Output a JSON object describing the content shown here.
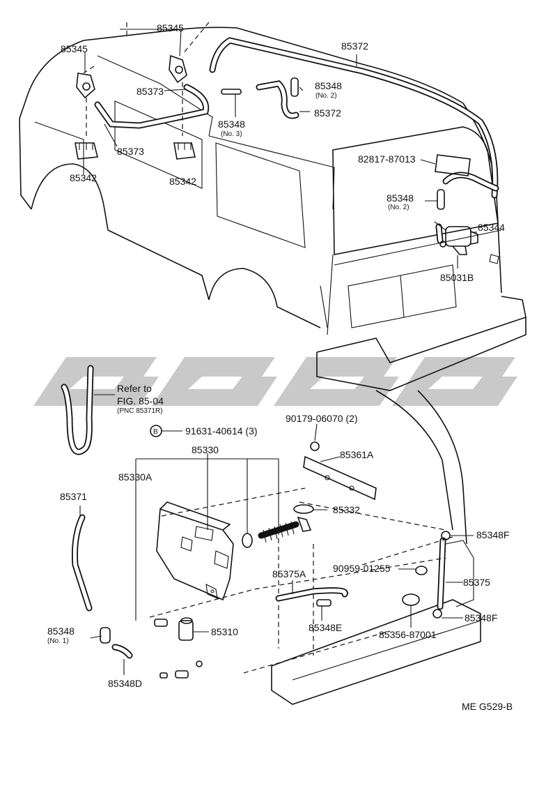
{
  "parts": {
    "p85345_top": "85345",
    "p85345_left": "85345",
    "p85372_top": "85372",
    "p85372_mid": "85372",
    "p85348_no2_a": "85348",
    "p85348_no2_a_note": "(No. 2)",
    "p85373_a": "85373",
    "p85373_b": "85373",
    "p85348_no3": "85348",
    "p85348_no3_note": "(No. 3)",
    "p85342_a": "85342",
    "p85342_b": "85342",
    "p82817": "82817-87013",
    "p85348_no2_b": "85348",
    "p85348_no2_b_note": "(No. 2)",
    "p85344": "85344",
    "p85031B": "85031B",
    "refer_line1": "Refer to",
    "refer_line2": "FIG. 85-04",
    "refer_line3": "(PNC 85371R)",
    "p91631_badge": "B",
    "p91631": "91631-40614 (3)",
    "p90179": "90179-06070 (2)",
    "p85330": "85330",
    "p85330A": "85330A",
    "p85361A": "85361A",
    "p85371": "85371",
    "p85332": "85332",
    "p85348F_a": "85348F",
    "p90959": "90959-01255",
    "p85375A": "85375A",
    "p85375": "85375",
    "p85348F_b": "85348F",
    "p85348_no1": "85348",
    "p85348_no1_note": "(No. 1)",
    "p85310": "85310",
    "p85348E": "85348E",
    "p85356": "85356-87001",
    "p85348D": "85348D",
    "diagram_code": "ME  G529-B"
  }
}
